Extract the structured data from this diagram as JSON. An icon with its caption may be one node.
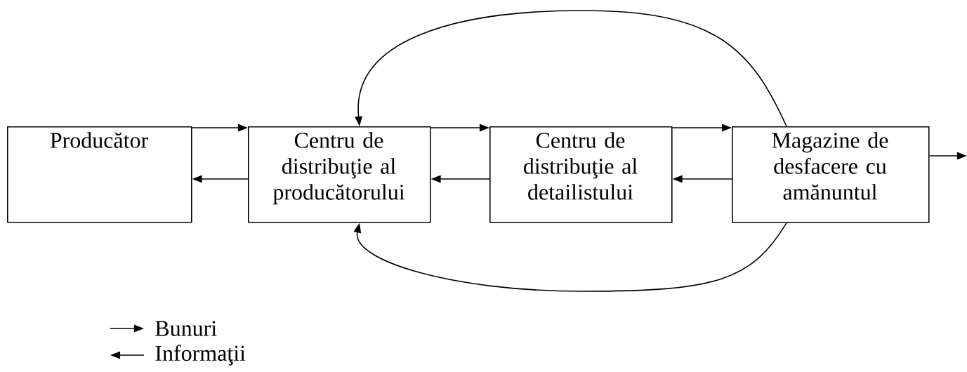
{
  "diagram": {
    "nodes": [
      {
        "text": [
          "Producător"
        ]
      },
      {
        "text": [
          "Centru de distribuţie al producătorului"
        ]
      },
      {
        "text": [
          "Centru de distribuţie al detailistului"
        ]
      },
      {
        "text": [
          "Magazine de desfacere cu amănuntul"
        ]
      }
    ],
    "edges": [
      {
        "from": 0,
        "to": 1,
        "arrow": "to"
      },
      {
        "from": 1,
        "to": 0,
        "arrow": "to"
      },
      {
        "from": 1,
        "to": 2,
        "arrow": "to"
      },
      {
        "from": 2,
        "to": 1,
        "arrow": "to"
      },
      {
        "from": 2,
        "to": 3,
        "arrow": "to"
      },
      {
        "from": 3,
        "to": 2,
        "arrow": "to"
      },
      {
        "from": 3,
        "to": null,
        "arrow": "to"
      },
      {
        "from": 3,
        "to": 1,
        "arrow": "to"
      },
      {
        "from": 3,
        "to": 1,
        "arrow": "to"
      }
    ],
    "legend": [
      {
        "text": "Bunuri"
      },
      {
        "text": "Informaţii"
      }
    ]
  }
}
